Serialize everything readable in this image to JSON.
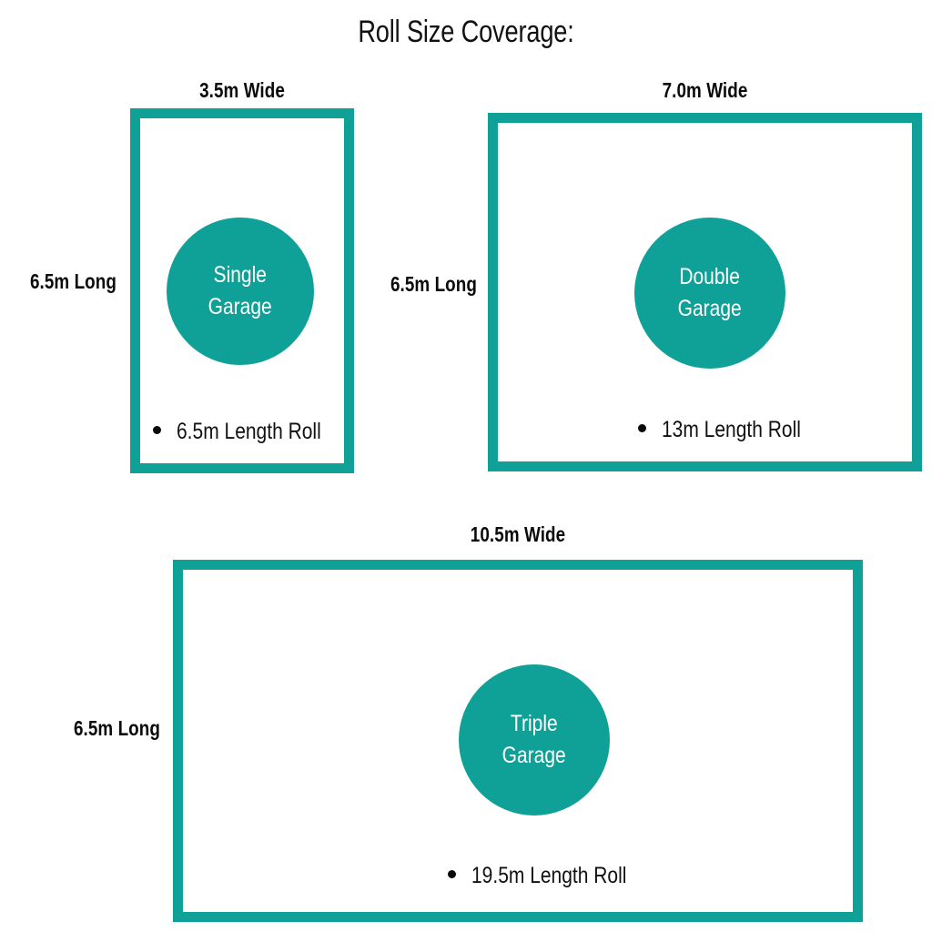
{
  "title": "Roll Size Coverage:",
  "theme": {
    "accent": "#0fa098",
    "text": "#0a0a0a",
    "background": "#ffffff",
    "circle_text": "#ffffff"
  },
  "chart_data": {
    "type": "diagram",
    "title": "Roll Size Coverage:",
    "unit_of_measure": "m",
    "note": "Three scaled floor-plan rectangles showing garage footprints and the roll length needed to cover each.",
    "items": [
      {
        "id": "single",
        "circle_line1": "Single",
        "circle_line2": "Garage",
        "width_label": "3.5m Wide",
        "length_label": "6.5m Long",
        "roll_bullet": "6.5m Length Roll",
        "width_m": 3.5,
        "length_m": 6.5,
        "roll_length_m": 6.5
      },
      {
        "id": "double",
        "circle_line1": "Double",
        "circle_line2": "Garage",
        "width_label": "7.0m Wide",
        "length_label": "6.5m Long",
        "roll_bullet": "13m Length Roll",
        "width_m": 7.0,
        "length_m": 6.5,
        "roll_length_m": 13
      },
      {
        "id": "triple",
        "circle_line1": "Triple",
        "circle_line2": "Garage",
        "width_label": "10.5m Wide",
        "length_label": "6.5m Long",
        "roll_bullet": "19.5m Length Roll",
        "width_m": 10.5,
        "length_m": 6.5,
        "roll_length_m": 19.5
      }
    ]
  }
}
